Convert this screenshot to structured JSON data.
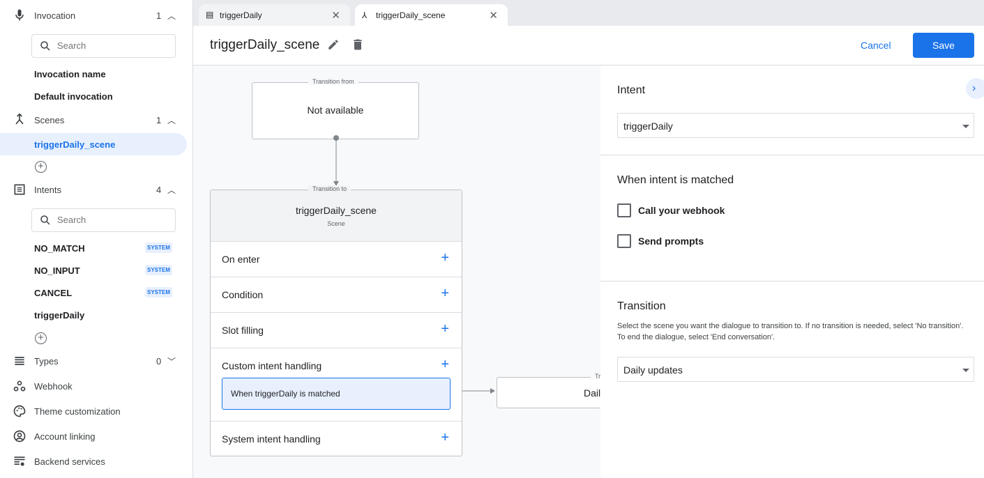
{
  "sidebar": {
    "invocation": {
      "label": "Invocation",
      "count": "1",
      "search_placeholder": "Search",
      "items": [
        "Invocation name",
        "Default invocation"
      ]
    },
    "scenes": {
      "label": "Scenes",
      "count": "1",
      "items": [
        "triggerDaily_scene"
      ]
    },
    "intents": {
      "label": "Intents",
      "count": "4",
      "search_placeholder": "Search",
      "items": [
        {
          "label": "NO_MATCH",
          "badge": "SYSTEM"
        },
        {
          "label": "NO_INPUT",
          "badge": "SYSTEM"
        },
        {
          "label": "CANCEL",
          "badge": "SYSTEM"
        },
        {
          "label": "triggerDaily"
        }
      ]
    },
    "types": {
      "label": "Types",
      "count": "0"
    },
    "nav": [
      "Webhook",
      "Theme customization",
      "Account linking",
      "Backend services"
    ]
  },
  "tabs": [
    {
      "label": "triggerDaily",
      "icon": "intent-icon"
    },
    {
      "label": "triggerDaily_scene",
      "icon": "scene-icon",
      "active": true
    }
  ],
  "header": {
    "title": "triggerDaily_scene",
    "cancel": "Cancel",
    "save": "Save"
  },
  "canvas": {
    "from": {
      "legend": "Transition from",
      "text": "Not available"
    },
    "to": {
      "legend": "Transition to",
      "title": "triggerDaily_scene",
      "subtitle": "Scene"
    },
    "rows": [
      "On enter",
      "Condition",
      "Slot filling",
      "Custom intent handling",
      "System intent handling"
    ],
    "handler": "When triggerDaily is matched",
    "target": {
      "legend": "Tr",
      "text": "Dail"
    }
  },
  "panel": {
    "intent_heading": "Intent",
    "intent_value": "triggerDaily",
    "matched_heading": "When intent is matched",
    "checkboxes": [
      "Call your webhook",
      "Send prompts"
    ],
    "transition_heading": "Transition",
    "transition_help": "Select the scene you want the dialogue to transition to. If no transition is needed, select 'No transition'. To end the dialogue, select 'End conversation'.",
    "transition_value": "Daily updates"
  },
  "colors": {
    "accent": "#1a73e8",
    "selected_bg": "#e8f0fe"
  }
}
